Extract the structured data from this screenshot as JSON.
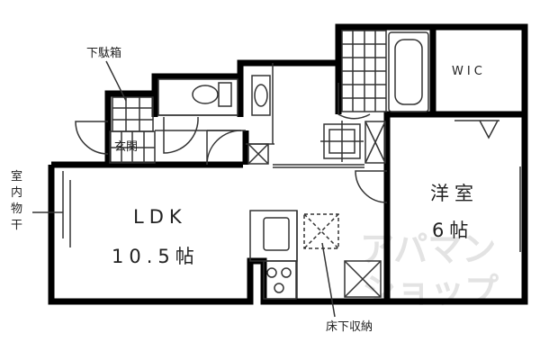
{
  "labels": {
    "getabako": "下駄箱",
    "genkan": "玄関",
    "wic": "WIC",
    "youshitsu": "洋室",
    "youshitsu_size": "6帖",
    "ldk": "LDK",
    "ldk_size": "10.5帖",
    "shitsunai_monohoshi": [
      "室",
      "内",
      "物",
      "干"
    ],
    "yukashita_shuunou": "床下収納"
  },
  "watermark": {
    "line1": "アパマン",
    "line2": "ショップ"
  },
  "colors": {
    "wall": "#000000",
    "line": "#333333",
    "watermark": "#e3e3e3"
  }
}
